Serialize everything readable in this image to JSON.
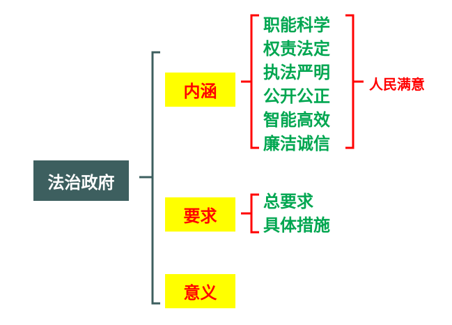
{
  "root": "法治政府",
  "branches": [
    {
      "label": "内涵",
      "items": [
        "职能科学",
        "权责法定",
        "执法严明",
        "公开公正",
        "智能高效",
        "廉洁诚信"
      ],
      "result": "人民满意"
    },
    {
      "label": "要求",
      "items": [
        "总要求",
        "具体措施"
      ]
    },
    {
      "label": "意义"
    }
  ],
  "colors": {
    "root_bg": "#3d5f5f",
    "box_bg": "#ffff00",
    "label": "#ff0000",
    "item": "#00a650",
    "bracket": "#3d5f5f",
    "sub_bracket": "#ff0000"
  }
}
